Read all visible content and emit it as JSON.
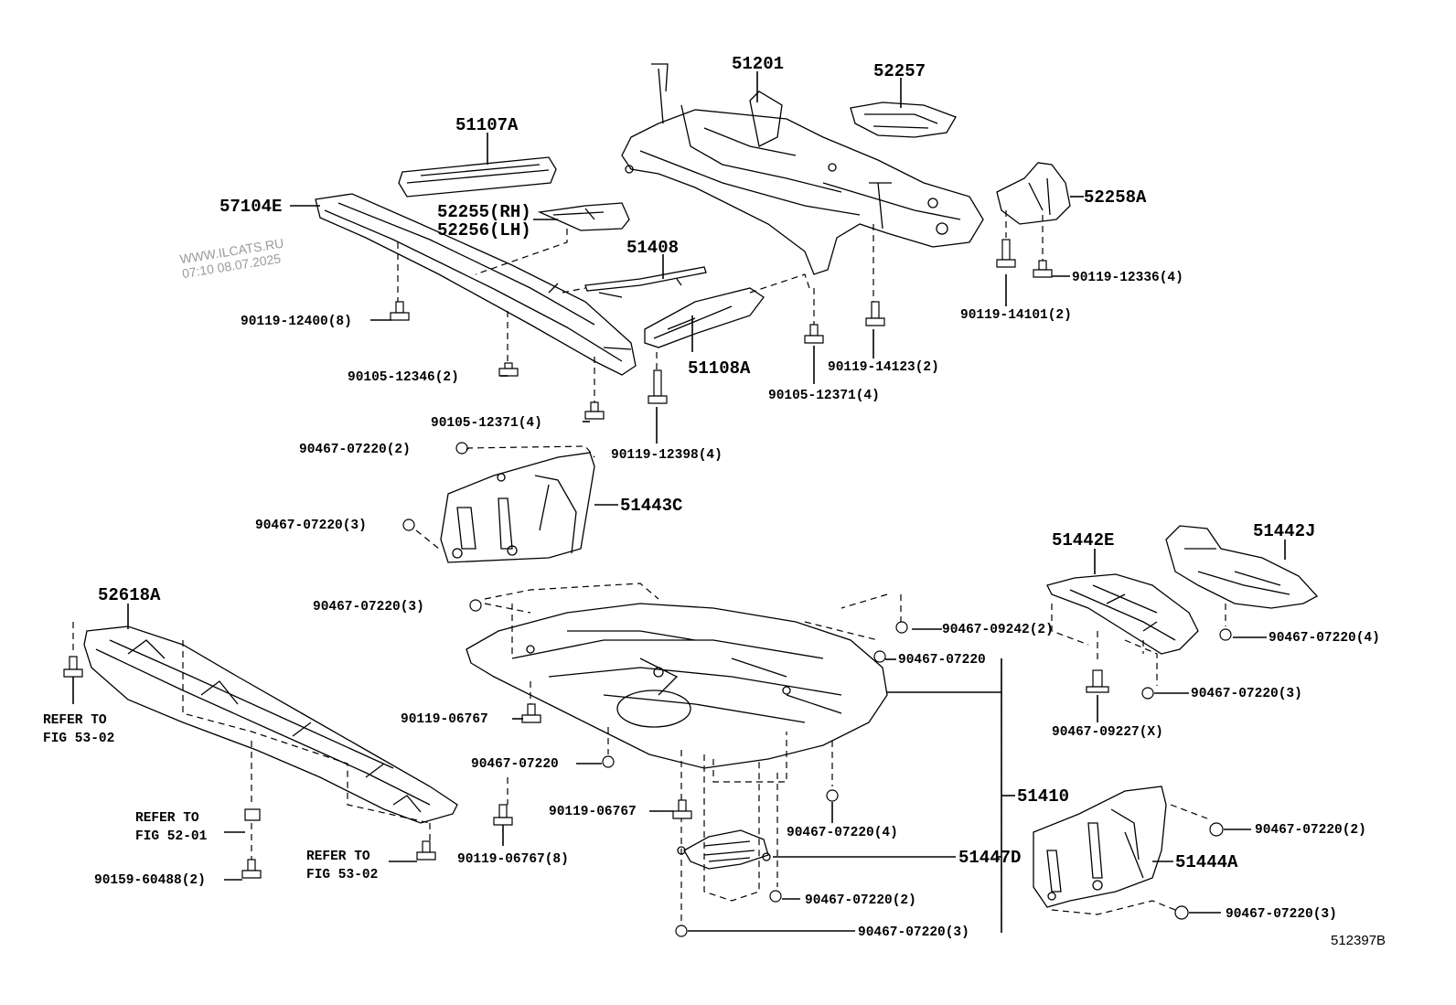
{
  "watermark": {
    "line1": "WWW.ILCATS.RU",
    "line2": "07:10 08.07.2025"
  },
  "figure_id": "512397B",
  "parts": [
    {
      "id": "p51201",
      "label": "51201"
    },
    {
      "id": "p52257",
      "label": "52257"
    },
    {
      "id": "p51107A",
      "label": "51107A"
    },
    {
      "id": "p57104E",
      "label": "57104E"
    },
    {
      "id": "p52255",
      "label": "52255(RH)"
    },
    {
      "id": "p52256",
      "label": "52256(LH)"
    },
    {
      "id": "p52258A",
      "label": "52258A"
    },
    {
      "id": "p51408",
      "label": "51408"
    },
    {
      "id": "p51108A",
      "label": "51108A"
    },
    {
      "id": "p51443C",
      "label": "51443C"
    },
    {
      "id": "p52618A",
      "label": "52618A"
    },
    {
      "id": "p51442E",
      "label": "51442E"
    },
    {
      "id": "p51442J",
      "label": "51442J"
    },
    {
      "id": "p51410",
      "label": "51410"
    },
    {
      "id": "p51447D",
      "label": "51447D"
    },
    {
      "id": "p51444A",
      "label": "51444A"
    }
  ],
  "fasteners": [
    {
      "id": "f1",
      "label": "90119-12336(4)"
    },
    {
      "id": "f2",
      "label": "90119-14101(2)"
    },
    {
      "id": "f3",
      "label": "90119-12400(8)"
    },
    {
      "id": "f4",
      "label": "90105-12346(2)"
    },
    {
      "id": "f5",
      "label": "90105-12371(4)"
    },
    {
      "id": "f6",
      "label": "90119-12398(4)"
    },
    {
      "id": "f7",
      "label": "90119-14123(2)"
    },
    {
      "id": "f8",
      "label": "90105-12371(4)"
    },
    {
      "id": "f9",
      "label": "90467-07220(2)"
    },
    {
      "id": "f10",
      "label": "90467-07220(3)"
    },
    {
      "id": "f11",
      "label": "90467-07220(3)"
    },
    {
      "id": "f12",
      "label": "90467-09242(2)"
    },
    {
      "id": "f13",
      "label": "90467-07220"
    },
    {
      "id": "f14",
      "label": "90467-07220(4)"
    },
    {
      "id": "f15",
      "label": "90119-06767"
    },
    {
      "id": "f16",
      "label": "90467-07220"
    },
    {
      "id": "f17",
      "label": "90467-07220(3)"
    },
    {
      "id": "f18",
      "label": "90467-09227(X)"
    },
    {
      "id": "f19",
      "label": "90119-06767"
    },
    {
      "id": "f20",
      "label": "90467-07220(4)"
    },
    {
      "id": "f21",
      "label": "90119-06767(8)"
    },
    {
      "id": "f22",
      "label": "90467-07220(2)"
    },
    {
      "id": "f23",
      "label": "90467-07220(2)"
    },
    {
      "id": "f24",
      "label": "90467-07220(3)"
    },
    {
      "id": "f25",
      "label": "90467-07220(3)"
    },
    {
      "id": "f26",
      "label": "90159-60488(2)"
    }
  ],
  "references": [
    {
      "id": "r1",
      "line1": "REFER TO",
      "line2": "FIG 53-02"
    },
    {
      "id": "r2",
      "line1": "REFER TO",
      "line2": "FIG 52-01"
    },
    {
      "id": "r3",
      "line1": "REFER TO",
      "line2": "FIG 53-02"
    }
  ]
}
